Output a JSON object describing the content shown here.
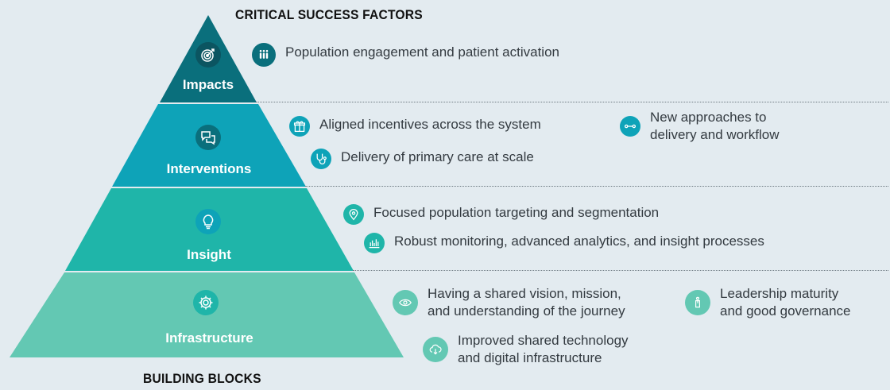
{
  "headers": {
    "top": "CRITICAL SUCCESS FACTORS",
    "bottom": "BUILDING BLOCKS"
  },
  "colors": {
    "background": "#e3ebf0",
    "impacts": "#0a6f7c",
    "interventions": "#0ea3b8",
    "insight": "#1fb5a9",
    "infrastructure": "#63c8b3",
    "icon_impacts": "#0a6f7c",
    "icon_interventions": "#0ea3b8",
    "icon_insight": "#1fb5a9",
    "icon_infrastructure": "#63c8b3"
  },
  "tiers": [
    {
      "label": "Impacts",
      "icon": "target-icon"
    },
    {
      "label": "Interventions",
      "icon": "chat-icon"
    },
    {
      "label": "Insight",
      "icon": "lightbulb-icon"
    },
    {
      "label": "Infrastructure",
      "icon": "gear-icon"
    }
  ],
  "factors": {
    "impacts": [
      {
        "text": "Population engagement and patient activation",
        "icon": "people-icon"
      }
    ],
    "interventions": [
      {
        "text": "Aligned incentives across the system",
        "icon": "gift-icon"
      },
      {
        "text": "New approaches to\ndelivery and workflow",
        "icon": "workflow-icon"
      },
      {
        "text": "Delivery of primary care at scale",
        "icon": "stethoscope-icon"
      }
    ],
    "insight": [
      {
        "text": "Focused population targeting and segmentation",
        "icon": "location-pin-icon"
      },
      {
        "text": "Robust monitoring, advanced analytics, and insight processes",
        "icon": "bar-chart-icon"
      }
    ],
    "infrastructure": [
      {
        "text": "Having a shared vision, mission,\nand understanding of the journey",
        "icon": "eye-icon"
      },
      {
        "text": "Leadership maturity\nand good governance",
        "icon": "leader-icon"
      },
      {
        "text": "Improved shared technology\nand digital infrastructure",
        "icon": "cloud-icon"
      }
    ]
  }
}
